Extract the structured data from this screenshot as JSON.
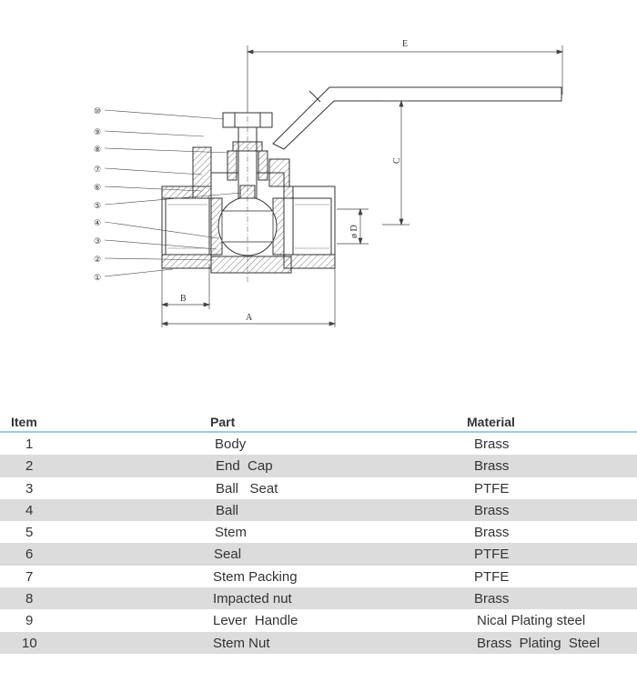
{
  "drawing": {
    "dimensions": {
      "a": "A",
      "b": "B",
      "c": "C",
      "d": "ø D",
      "e": "E"
    },
    "callouts": [
      "⑩",
      "⑨",
      "⑧",
      "⑦",
      "⑥",
      "⑤",
      "④",
      "③",
      "②",
      "①"
    ]
  },
  "table": {
    "headers": {
      "item": "Item",
      "part": "Part",
      "material": "Material"
    },
    "rows": [
      {
        "item": "1",
        "part": "Body",
        "material": "Brass"
      },
      {
        "item": "2",
        "part": "End  Cap",
        "material": "Brass"
      },
      {
        "item": "3",
        "part": "Ball   Seat",
        "material": "PTFE"
      },
      {
        "item": "4",
        "part": "Ball",
        "material": "Brass"
      },
      {
        "item": "5",
        "part": "Stem",
        "material": "Brass"
      },
      {
        "item": "6",
        "part": "Seal",
        "material": "PTFE"
      },
      {
        "item": "7",
        "part": "Stem Packing",
        "material": "PTFE"
      },
      {
        "item": "8",
        "part": "Impacted nut",
        "material": "Brass"
      },
      {
        "item": "9",
        "part": "Lever  Handle",
        "material": "Nical Plating steel"
      },
      {
        "item": "10",
        "part": "Stem Nut",
        "material": "Brass  Plating  Steel"
      }
    ]
  }
}
